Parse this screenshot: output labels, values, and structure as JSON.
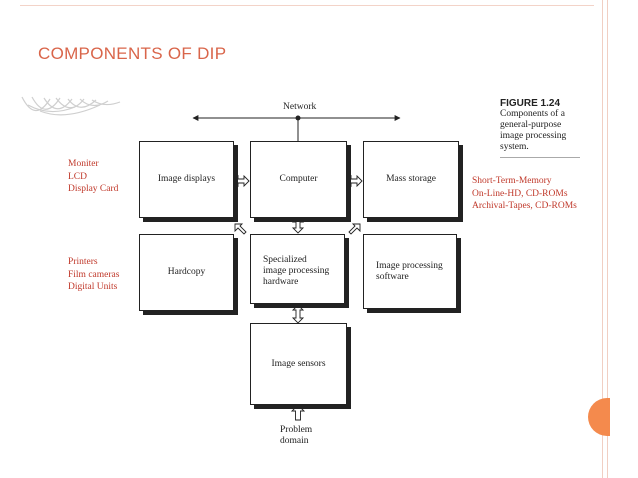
{
  "slide": {
    "title": "COMPONENTS OF DIP"
  },
  "figure": {
    "label": "FIGURE 1.24",
    "caption": [
      "Components of a",
      "general-purpose",
      "image processing",
      "system."
    ]
  },
  "diagram": {
    "network_label": "Network",
    "boxes": {
      "image_displays": [
        "Image displays"
      ],
      "computer": [
        "Computer"
      ],
      "mass_storage": [
        "Mass storage"
      ],
      "hardcopy": [
        "Hardcopy"
      ],
      "specialized_hw": [
        "Specialized",
        "image processing",
        "hardware"
      ],
      "software": [
        "Image processing",
        "software"
      ],
      "image_sensors": [
        "Image sensors"
      ]
    },
    "problem_domain": [
      "Problem",
      "domain"
    ]
  },
  "annotations": {
    "displays": [
      "Moniter",
      "LCD",
      "Display Card"
    ],
    "hardcopy": [
      "Printers",
      "Film cameras",
      "Digital Units"
    ],
    "storage": [
      "Short-Term-Memory",
      "On-Line-HD, CD-ROMs",
      "Archival-Tapes, CD-ROMs"
    ]
  },
  "colors": {
    "title": "#d9654a",
    "annotation": "#c0392b",
    "accent_tab": "#f48a4d"
  }
}
